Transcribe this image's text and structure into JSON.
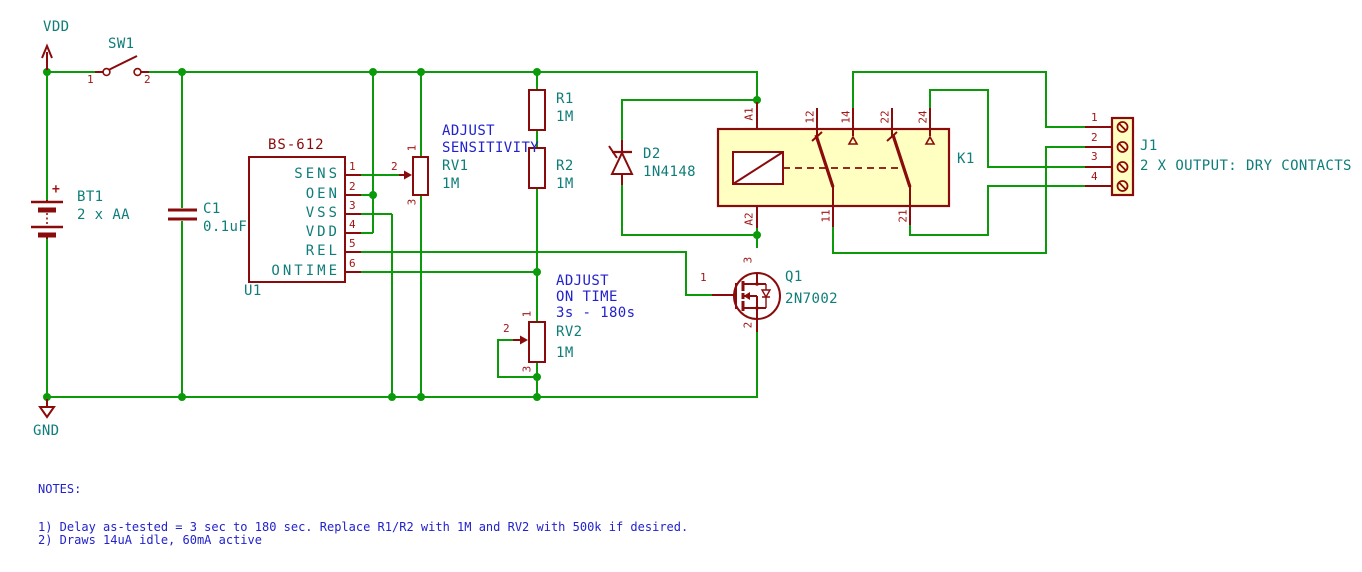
{
  "colors": {
    "wire": "#0a9a0a",
    "symbol_outline": "#8a0b0b",
    "pin_number": "#a31515",
    "label_teal": "#0f7d79",
    "annotation_blue": "#2222cc",
    "component_fill": "#ffffc2",
    "background": "#ffffff"
  },
  "power": {
    "vdd_label": "VDD",
    "gnd_label": "GND"
  },
  "components": {
    "bt1": {
      "ref": "BT1",
      "value": "2 x AA",
      "plus": "+"
    },
    "sw1": {
      "ref": "SW1",
      "pins": [
        "1",
        "2"
      ]
    },
    "c1": {
      "ref": "C1",
      "value": "0.1uF"
    },
    "u1": {
      "ref": "U1",
      "value": "BS-612",
      "pins": [
        {
          "num": "1",
          "name": "SENS"
        },
        {
          "num": "2",
          "name": "OEN"
        },
        {
          "num": "3",
          "name": "VSS"
        },
        {
          "num": "4",
          "name": "VDD"
        },
        {
          "num": "5",
          "name": "REL"
        },
        {
          "num": "6",
          "name": "ONTIME"
        }
      ]
    },
    "rv1": {
      "ref": "RV1",
      "value": "1M",
      "pins": [
        "1",
        "2",
        "3"
      ],
      "annotation": [
        "ADJUST",
        "SENSITIVITY"
      ]
    },
    "r1": {
      "ref": "R1",
      "value": "1M"
    },
    "r2": {
      "ref": "R2",
      "value": "1M"
    },
    "rv2": {
      "ref": "RV2",
      "value": "1M",
      "pins": [
        "1",
        "2",
        "3"
      ],
      "annotation": [
        "ADJUST",
        "ON TIME",
        "3s - 180s"
      ]
    },
    "d2": {
      "ref": "D2",
      "value": "1N4148"
    },
    "q1": {
      "ref": "Q1",
      "value": "2N7002",
      "pins": {
        "gate": "1",
        "source": "2",
        "drain": "3"
      }
    },
    "k1": {
      "ref": "K1",
      "coil_pins": [
        "A1",
        "A2"
      ],
      "top_pins": [
        "12",
        "14",
        "22",
        "24"
      ],
      "bottom_pins": [
        "11",
        "21"
      ]
    },
    "j1": {
      "ref": "J1",
      "desc": "2 X OUTPUT: DRY CONTACTS",
      "pins": [
        "1",
        "2",
        "3",
        "4"
      ]
    }
  },
  "notes": {
    "title": "NOTES:",
    "lines": [
      "1) Delay as-tested = 3 sec to 180 sec. Replace R1/R2 with 1M and RV2 with 500k if desired.",
      "2) Draws 14uA idle, 60mA active"
    ]
  }
}
